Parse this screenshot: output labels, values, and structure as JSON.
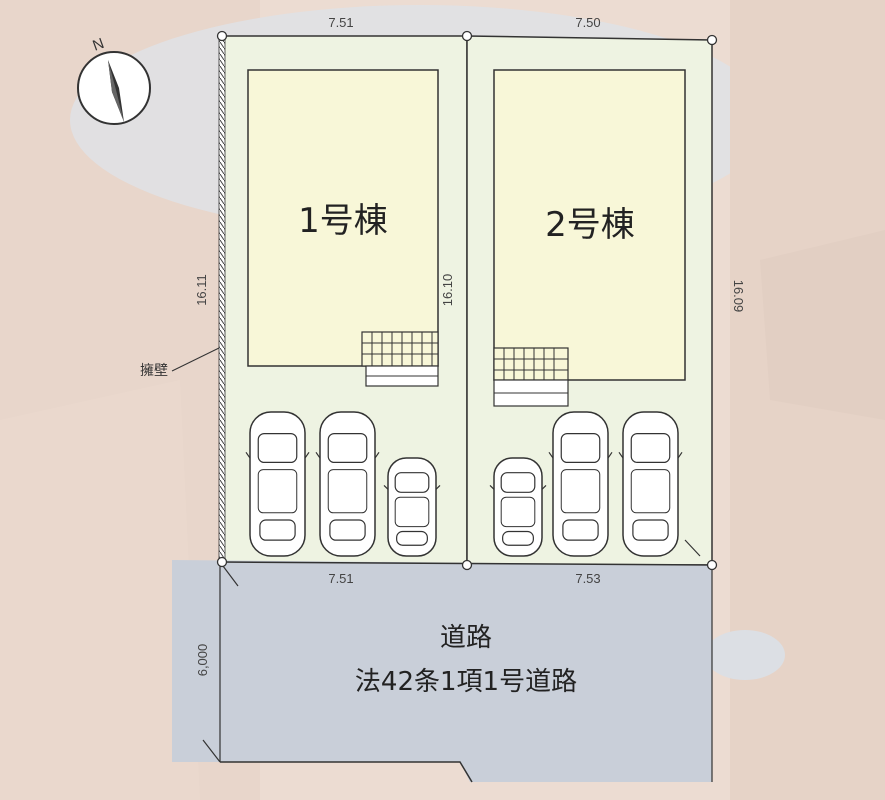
{
  "colors": {
    "background": "#ecdcd2",
    "lot_fill": "#eef3e2",
    "building_fill": "#f8f7d8",
    "road_fill": "#c9cfd9",
    "outline": "#333333"
  },
  "compass": {
    "north_label": "N"
  },
  "buildings": {
    "b1": {
      "label": "1号棟"
    },
    "b2": {
      "label": "2号棟"
    }
  },
  "dimensions": {
    "top_left_width": "7.51",
    "top_right_width": "7.50",
    "bottom_left_width": "7.51",
    "bottom_right_width": "7.53",
    "left_depth": "16.11",
    "middle_depth": "16.10",
    "right_depth": "16.09",
    "road_width": "6,000"
  },
  "wall": {
    "label": "擁壁"
  },
  "road": {
    "line1": "道路",
    "line2": "法42条1項1号道路"
  }
}
